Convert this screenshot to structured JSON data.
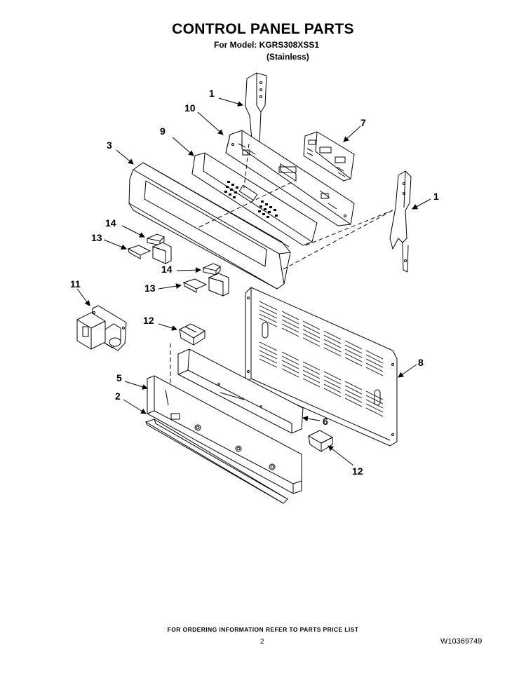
{
  "header": {
    "title": "CONTROL PANEL PARTS",
    "model_line": "For Model: KGRS308XSS1",
    "finish_line": "(Stainless)"
  },
  "callouts": [
    {
      "id": "c1a",
      "label": "1"
    },
    {
      "id": "c10",
      "label": "10"
    },
    {
      "id": "c7",
      "label": "7"
    },
    {
      "id": "c9",
      "label": "9"
    },
    {
      "id": "c3",
      "label": "3"
    },
    {
      "id": "c1b",
      "label": "1"
    },
    {
      "id": "c14a",
      "label": "14"
    },
    {
      "id": "c13a",
      "label": "13"
    },
    {
      "id": "c14b",
      "label": "14"
    },
    {
      "id": "c13b",
      "label": "13"
    },
    {
      "id": "c11",
      "label": "11"
    },
    {
      "id": "c12a",
      "label": "12"
    },
    {
      "id": "c8",
      "label": "8"
    },
    {
      "id": "c5",
      "label": "5"
    },
    {
      "id": "c2",
      "label": "2"
    },
    {
      "id": "c6",
      "label": "6"
    },
    {
      "id": "c12b",
      "label": "12"
    }
  ],
  "footer": {
    "ordering_note": "FOR ORDERING INFORMATION REFER TO PARTS PRICE LIST",
    "page_number": "2",
    "document_number": "W10369749"
  }
}
